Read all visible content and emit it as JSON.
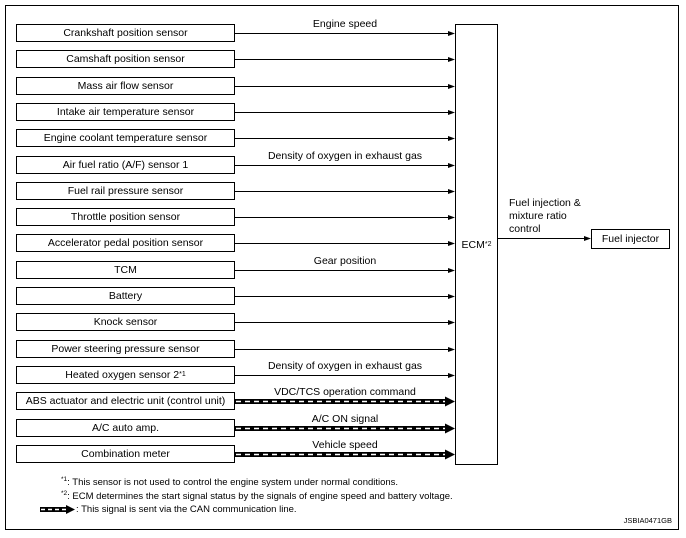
{
  "inputs": [
    {
      "label": "Crankshaft position sensor",
      "signal": "Engine speed",
      "can": false
    },
    {
      "label": "Camshaft position sensor",
      "signal": "",
      "can": false
    },
    {
      "label": "Mass air flow sensor",
      "signal": "",
      "can": false
    },
    {
      "label": "Intake air temperature sensor",
      "signal": "",
      "can": false
    },
    {
      "label": "Engine coolant temperature sensor",
      "signal": "",
      "can": false
    },
    {
      "label": "Air fuel ratio (A/F) sensor 1",
      "signal": "Density of oxygen in exhaust gas",
      "can": false
    },
    {
      "label": "Fuel rail pressure sensor",
      "signal": "",
      "can": false
    },
    {
      "label": "Throttle position sensor",
      "signal": "",
      "can": false
    },
    {
      "label": "Accelerator pedal position sensor",
      "signal": "",
      "can": false
    },
    {
      "label": "TCM",
      "signal": "Gear position",
      "can": false
    },
    {
      "label": "Battery",
      "signal": "",
      "can": false
    },
    {
      "label": "Knock sensor",
      "signal": "",
      "can": false
    },
    {
      "label": "Power steering pressure sensor",
      "signal": "",
      "can": false
    },
    {
      "label": "Heated oxygen sensor 2",
      "sup": "*1",
      "signal": "Density of oxygen in exhaust gas",
      "can": false
    },
    {
      "label": "ABS actuator and electric unit (control unit)",
      "signal": "VDC/TCS operation command",
      "can": true
    },
    {
      "label": "A/C auto amp.",
      "signal": "A/C ON signal",
      "can": true
    },
    {
      "label": "Combination meter",
      "signal": "Vehicle speed",
      "can": true
    }
  ],
  "ecm": {
    "label": "ECM",
    "sup": "*2"
  },
  "output": {
    "line1": "Fuel injection &",
    "line2": "mixture ratio",
    "line3": "control",
    "target": "Fuel injector"
  },
  "notes": {
    "note1_mark": "*1",
    "note1": ": This sensor is not used to control the engine system under normal conditions.",
    "note2_mark": "*2",
    "note2": ": ECM determines the start signal status by the signals of engine speed and battery voltage.",
    "can_note": ": This signal is sent via the CAN communication line."
  },
  "code": "JSBIA0471GB"
}
